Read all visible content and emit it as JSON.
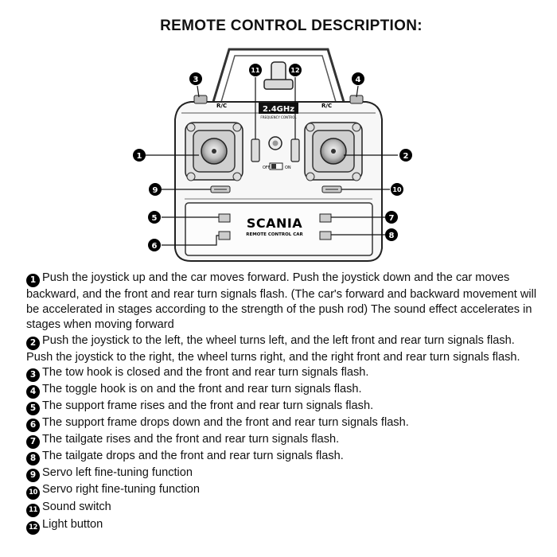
{
  "title": "REMOTE CONTROL DESCRIPTION:",
  "controller": {
    "frequency": "2.4GHz",
    "frequency_sub": "FREQUENCY CONTROL",
    "left_switch_label": "R/C",
    "right_switch_label": "R/C",
    "power_off": "OFF",
    "power_on": "ON",
    "brand": "SCANIA",
    "brand_sub": "REMOTE CONTROL CAR"
  },
  "callouts": [
    "1",
    "2",
    "3",
    "4",
    "5",
    "6",
    "7",
    "8",
    "9",
    "10",
    "11",
    "12"
  ],
  "descriptions": [
    {
      "num": "1",
      "text": "Push the joystick up and the car moves forward. Push the joystick down and the car moves backward, and the front and rear turn signals flash. (The car's forward and backward movement will be accelerated in stages according to the strength of the push rod) The sound effect accelerates in stages when moving forward"
    },
    {
      "num": "2",
      "text": "Push the joystick to the left, the wheel turns left, and the left front and rear turn signals flash. Push the joystick to the right, the wheel turns right, and the right front and rear turn signals flash."
    },
    {
      "num": "3",
      "text": "The tow hook is closed and the front and rear turn signals flash."
    },
    {
      "num": "4",
      "text": "The toggle hook is on and the front and rear turn signals flash."
    },
    {
      "num": "5",
      "text": "The support frame rises and the front and rear turn signals flash."
    },
    {
      "num": "6",
      "text": "The support frame drops down and the front and rear turn signals flash."
    },
    {
      "num": "7",
      "text": "The tailgate rises and the front and rear turn signals flash."
    },
    {
      "num": "8",
      "text": "The tailgate drops and the front and rear turn signals flash."
    },
    {
      "num": "9",
      "text": "Servo left fine-tuning function"
    },
    {
      "num": "10",
      "text": "Servo right fine-tuning function"
    },
    {
      "num": "11",
      "text": "Sound switch"
    },
    {
      "num": "12",
      "text": "Light button"
    }
  ]
}
